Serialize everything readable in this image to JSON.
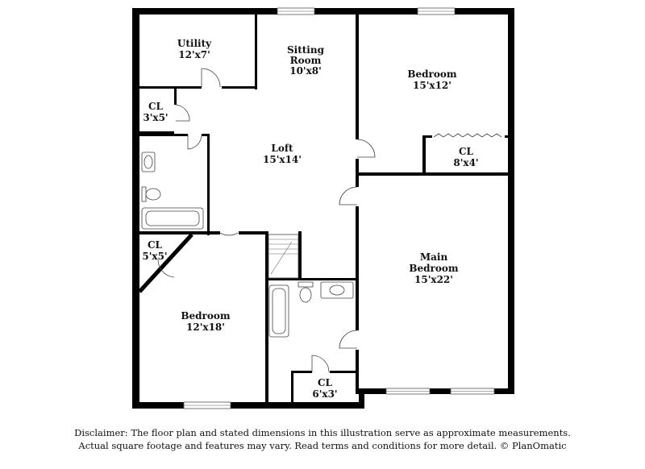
{
  "rooms": {
    "utility": {
      "name": "Utility",
      "dim": "12'x7'"
    },
    "sitting": {
      "name_line1": "Sitting",
      "name_line2": "Room",
      "dim": "10'x8'"
    },
    "bedroom_ne": {
      "name": "Bedroom",
      "dim": "15'x12'"
    },
    "closet_ne": {
      "name": "CL",
      "dim": "8'x4'"
    },
    "closet_w": {
      "name": "CL",
      "dim": "3'x5'"
    },
    "loft": {
      "name": "Loft",
      "dim": "15'x14'"
    },
    "closet_sw": {
      "name": "CL",
      "dim": "5'x5'"
    },
    "main_bedroom": {
      "name_line1": "Main",
      "name_line2": "Bedroom",
      "dim": "15'x22'"
    },
    "bedroom_sw": {
      "name": "Bedroom",
      "dim": "12'x18'"
    },
    "closet_s": {
      "name": "CL",
      "dim": "6'x3'"
    }
  },
  "disclaimer": {
    "line1": "Disclaimer: The floor plan and stated dimensions in this illustration serve as approximate measurements.",
    "line2": "Actual square footage and features may vary. Read terms and conditions for more detail. © PlanOmatic"
  }
}
